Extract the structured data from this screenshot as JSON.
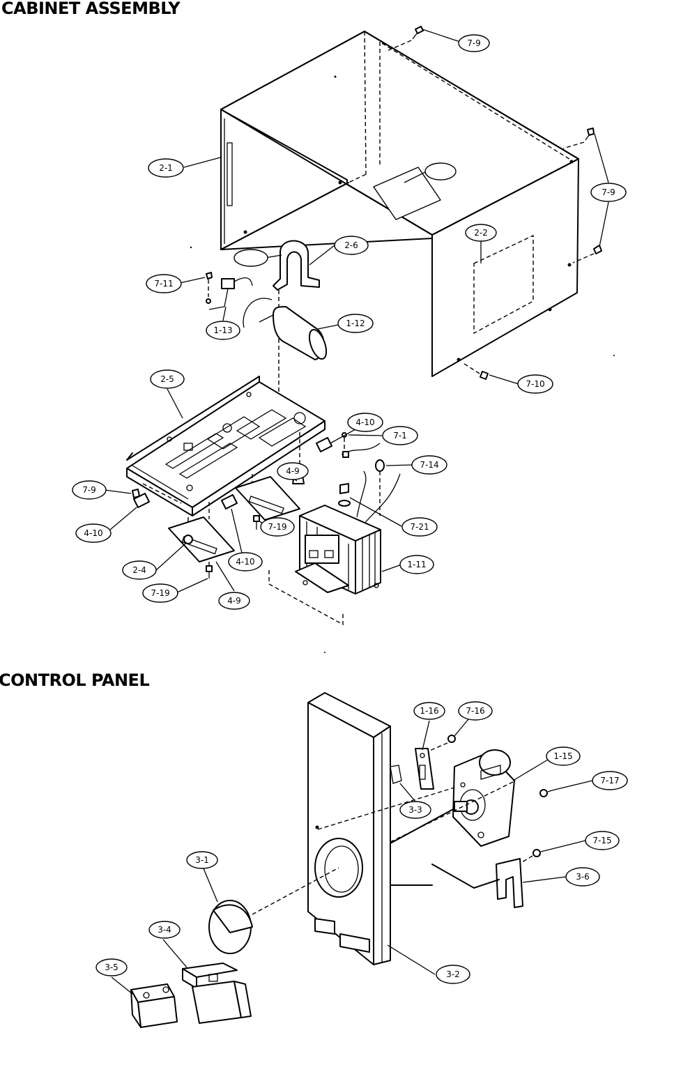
{
  "sections": {
    "cabinet": {
      "title": "CABINET ASSEMBLY"
    },
    "control": {
      "title": "CONTROL PANEL"
    }
  },
  "callouts": {
    "c79_top": "7-9",
    "c21": "2-1",
    "c_blank_top": "",
    "c79_right": "7-9",
    "c22": "2-2",
    "c_blank_mid": "",
    "c26": "2-6",
    "c711": "7-11",
    "c113": "1-13",
    "c112": "1-12",
    "c710": "7-10",
    "c25": "2-5",
    "c410_a": "4-10",
    "c71": "7-1",
    "c714": "7-14",
    "c79_left": "7-9",
    "c49_a": "4-9",
    "c410_b": "4-10",
    "c721": "7-21",
    "c719_a": "7-19",
    "c410_c": "4-10",
    "c111": "1-11",
    "c24": "2-4",
    "c719_b": "7-19",
    "c49_b": "4-9",
    "c116": "1-16",
    "c716": "7-16",
    "c115": "1-15",
    "c717": "7-17",
    "c33": "3-3",
    "c715": "7-15",
    "c31": "3-1",
    "c36": "3-6",
    "c34": "3-4",
    "c35": "3-5",
    "c32": "3-2"
  }
}
